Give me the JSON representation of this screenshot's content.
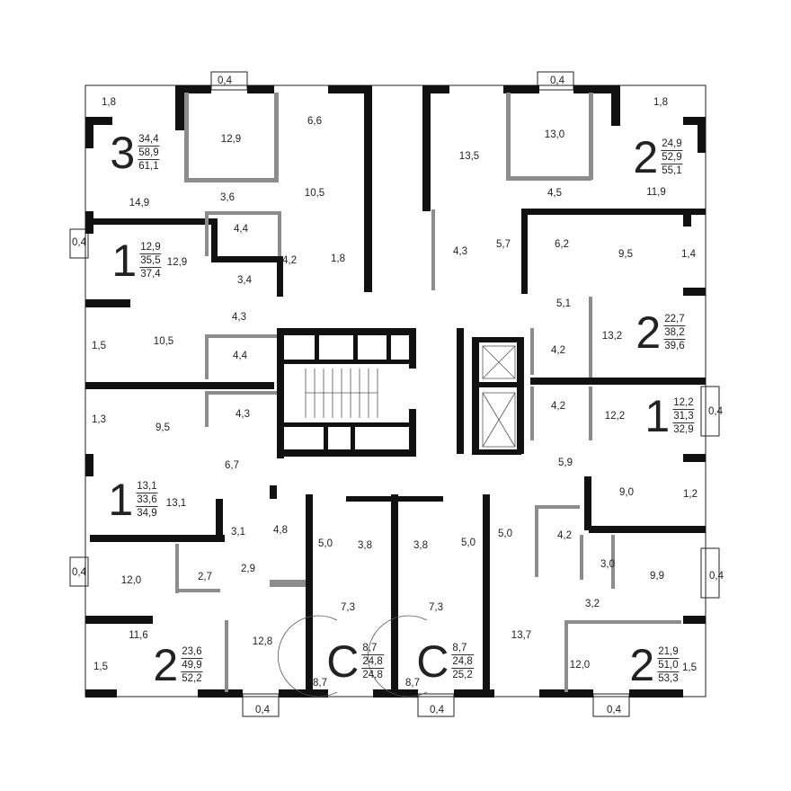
{
  "colors": {
    "wall": "#111111",
    "partition": "#8c8c8c",
    "text": "#222222"
  },
  "room_areas": [
    "0,4",
    "1,8",
    "12,9",
    "6,6",
    "10,5",
    "3,6",
    "14,9",
    "4,4",
    "4,2",
    "1,8",
    "0,4",
    "12,9",
    "3,4",
    "4,3",
    "1,5",
    "10,5",
    "4,4",
    "1,3",
    "9,5",
    "4,3",
    "6,7",
    "13,1",
    "3,1",
    "4,8",
    "2,7",
    "2,9",
    "0,4",
    "12,0",
    "5,0",
    "3,8",
    "7,3",
    "11,6",
    "12,8",
    "1,5",
    "8,7",
    "0,4",
    "0,4",
    "1,8",
    "13,0",
    "13,5",
    "4,5",
    "11,9",
    "4,3",
    "5,7",
    "6,2",
    "9,5",
    "1,4",
    "5,1",
    "13,2",
    "4,2",
    "4,2",
    "12,2",
    "0,4",
    "5,9",
    "9,0",
    "1,2",
    "5,0",
    "4,2",
    "3,0",
    "9,9",
    "0,4",
    "3,8",
    "5,0",
    "7,3",
    "3,2",
    "13,7",
    "12,0",
    "1,5",
    "8,7",
    "0,4",
    "0,4"
  ],
  "apartments": [
    {
      "rooms": "3",
      "living": "34,4",
      "total": "58,9",
      "full": "61,1"
    },
    {
      "rooms": "2",
      "living": "24,9",
      "total": "52,9",
      "full": "55,1"
    },
    {
      "rooms": "1",
      "living": "12,9",
      "total": "35,5",
      "full": "37,4"
    },
    {
      "rooms": "2",
      "living": "22,7",
      "total": "38,2",
      "full": "39,6"
    },
    {
      "rooms": "1",
      "living": "12,2",
      "total": "31,3",
      "full": "32,9"
    },
    {
      "rooms": "1",
      "living": "13,1",
      "total": "33,6",
      "full": "34,9"
    },
    {
      "rooms": "2",
      "living": "23,6",
      "total": "49,9",
      "full": "52,2"
    },
    {
      "rooms": "С",
      "living": "8,7",
      "total": "24,8",
      "full": "24,8"
    },
    {
      "rooms": "С",
      "living": "8,7",
      "total": "24,8",
      "full": "25,2"
    },
    {
      "rooms": "2",
      "living": "21,9",
      "total": "51,0",
      "full": "53,3"
    }
  ]
}
